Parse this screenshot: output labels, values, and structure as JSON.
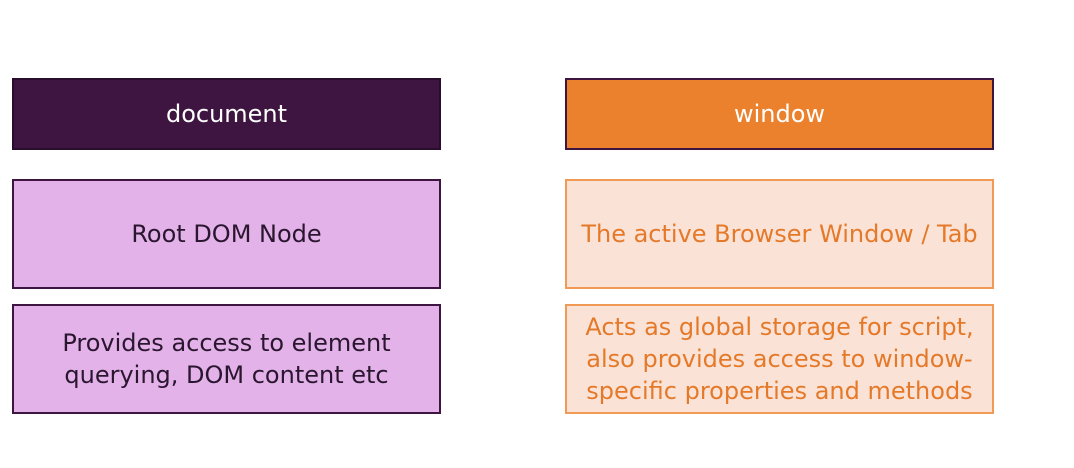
{
  "document": {
    "header": "document",
    "root": "Root DOM Node",
    "description": "Provides access to element querying, DOM content etc"
  },
  "window": {
    "header": "window",
    "active": "The active Browser Window / Tab",
    "description": "Acts as global storage for script, also provides access to window-specific properties and methods"
  },
  "colors": {
    "document_header_bg": "#3d1540",
    "document_box_bg": "#e2b2e8",
    "window_header_bg": "#eb802d",
    "window_box_bg": "#fae3d6",
    "window_text": "#e5792a"
  }
}
